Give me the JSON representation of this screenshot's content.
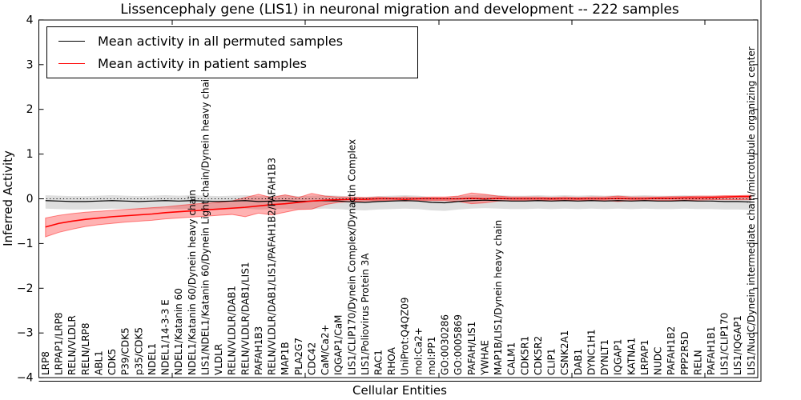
{
  "title": "Lissencephaly gene (LIS1) in neuronal migration and development -- 222 samples",
  "legend": {
    "entries": [
      {
        "label": "Mean activity in all permuted samples",
        "color": "#000000"
      },
      {
        "label": "Mean activity in patient samples",
        "color": "#ff0000"
      }
    ]
  },
  "chart_data": {
    "type": "line",
    "title": "Lissencephaly gene (LIS1) in neuronal migration and development -- 222 samples",
    "xlabel": "Cellular Entities",
    "ylabel": "Inferred Activity",
    "ylim": [
      -4,
      4
    ],
    "yticks": [
      -4,
      -3,
      -2,
      -1,
      0,
      1,
      2,
      3,
      4
    ],
    "yticklabels": [
      "−4",
      "−3",
      "−2",
      "−1",
      "0",
      "1",
      "2",
      "3",
      "4"
    ],
    "grid": false,
    "legend_position": "upper left",
    "reference_line": {
      "y": 0,
      "style": "dotted",
      "color": "#000000"
    },
    "categories": [
      "LRP8",
      "LRPAP1/LRP8",
      "RELN/VLDLR",
      "RELN/LRP8",
      "ABL1",
      "CDK5",
      "P39/CDK5",
      "p35/CDK5",
      "NDEL1",
      "NDEL1/14-3-3 E",
      "NDEL1/Katanin 60",
      "NDEL1/Katanin 60/Dynein heavy chain",
      "LIS1/NDEL1/Katanin 60/Dynein Light chain/Dynein heavy chain",
      "VLDLR",
      "RELN/VLDLR/DAB1",
      "RELN/VLDLR/DAB1/LIS1",
      "PAFAH1B3",
      "RELN/VLDLR/DAB1/LIS1/PAFAH1B2/PAFAH1B3",
      "MAP1B",
      "PLA2G7",
      "CDC42",
      "CaM/Ca2+",
      "IQGAP1/CaM",
      "LIS1/CLIP170/Dynein Complex/Dynactin Complex",
      "LIS1/Poliovirus Protein 3A",
      "RAC1",
      "RHOA",
      "UniProt:Q4QZ09",
      "mol:Ca2+",
      "mol:PP1",
      "GO:0030286",
      "GO:0005869",
      "PAFAH/LIS1",
      "YWHAE",
      "MAP1B/LIS1/Dynein heavy chain",
      "CALM1",
      "CDK5R1",
      "CDK5R2",
      "CLIP1",
      "CSNK2A1",
      "DAB1",
      "DYNC1H1",
      "DYNLT1",
      "IQGAP1",
      "KATNA1",
      "LRPAP1",
      "NUDC",
      "PAFAH1B2",
      "PPP2R5D",
      "RELN",
      "PAFAH1B1",
      "LIS1/CLIP170",
      "LIS1/IQGAP1",
      "LIS1/NudC/Dynein intermediate chain/microtubule organizing center"
    ],
    "series": [
      {
        "name": "Mean activity in all permuted samples",
        "color": "#000000",
        "band_color": "rgba(0,0,0,0.13)",
        "values": [
          -0.04,
          -0.05,
          -0.06,
          -0.06,
          -0.05,
          -0.04,
          -0.05,
          -0.06,
          -0.05,
          -0.04,
          -0.05,
          -0.04,
          -0.05,
          -0.06,
          -0.05,
          -0.04,
          -0.06,
          -0.05,
          -0.04,
          -0.06,
          -0.05,
          -0.04,
          -0.05,
          -0.07,
          -0.08,
          -0.06,
          -0.05,
          -0.04,
          -0.05,
          -0.08,
          -0.09,
          -0.06,
          -0.04,
          -0.03,
          -0.04,
          -0.05,
          -0.05,
          -0.04,
          -0.05,
          -0.04,
          -0.05,
          -0.04,
          -0.05,
          -0.04,
          -0.05,
          -0.04,
          -0.05,
          -0.05,
          -0.04,
          -0.05,
          -0.05,
          -0.06,
          -0.06,
          -0.07
        ],
        "band_upper": [
          0.08,
          0.07,
          0.06,
          0.06,
          0.07,
          0.08,
          0.07,
          0.06,
          0.07,
          0.08,
          0.07,
          0.08,
          0.07,
          0.06,
          0.07,
          0.08,
          0.06,
          0.07,
          0.08,
          0.06,
          0.07,
          0.08,
          0.07,
          0.05,
          0.04,
          0.06,
          0.07,
          0.08,
          0.07,
          0.04,
          0.03,
          0.06,
          0.08,
          0.09,
          0.08,
          0.07,
          0.07,
          0.08,
          0.07,
          0.08,
          0.07,
          0.08,
          0.07,
          0.08,
          0.07,
          0.08,
          0.07,
          0.07,
          0.08,
          0.07,
          0.07,
          0.06,
          0.06,
          0.05
        ],
        "band_lower": [
          -0.22,
          -0.23,
          -0.24,
          -0.24,
          -0.23,
          -0.22,
          -0.23,
          -0.24,
          -0.23,
          -0.22,
          -0.23,
          -0.22,
          -0.23,
          -0.24,
          -0.23,
          -0.22,
          -0.24,
          -0.23,
          -0.22,
          -0.24,
          -0.23,
          -0.22,
          -0.23,
          -0.25,
          -0.26,
          -0.24,
          -0.23,
          -0.22,
          -0.23,
          -0.26,
          -0.27,
          -0.24,
          -0.22,
          -0.21,
          -0.22,
          -0.23,
          -0.23,
          -0.22,
          -0.23,
          -0.22,
          -0.23,
          -0.22,
          -0.23,
          -0.22,
          -0.23,
          -0.22,
          -0.23,
          -0.23,
          -0.22,
          -0.23,
          -0.23,
          -0.24,
          -0.24,
          -0.25
        ]
      },
      {
        "name": "Mean activity in patient samples",
        "color": "#ff0000",
        "band_color": "rgba(255,0,0,0.30)",
        "values": [
          -0.63,
          -0.55,
          -0.5,
          -0.46,
          -0.43,
          -0.4,
          -0.38,
          -0.36,
          -0.34,
          -0.31,
          -0.29,
          -0.27,
          -0.25,
          -0.23,
          -0.21,
          -0.19,
          -0.16,
          -0.13,
          -0.11,
          -0.08,
          -0.05,
          -0.03,
          -0.02,
          -0.01,
          -0.01,
          0.0,
          0.0,
          -0.01,
          0.0,
          0.0,
          0.0,
          0.0,
          0.01,
          0.0,
          0.01,
          0.0,
          0.0,
          0.0,
          0.0,
          0.0,
          0.0,
          0.0,
          0.0,
          0.01,
          0.0,
          0.0,
          0.01,
          0.01,
          0.02,
          0.02,
          0.03,
          0.04,
          0.05,
          0.05
        ],
        "band_upper": [
          -0.43,
          -0.37,
          -0.33,
          -0.3,
          -0.28,
          -0.26,
          -0.24,
          -0.22,
          -0.2,
          -0.18,
          -0.15,
          -0.12,
          -0.1,
          -0.08,
          -0.05,
          0.03,
          0.1,
          0.03,
          0.09,
          0.03,
          0.12,
          0.06,
          0.04,
          0.04,
          0.03,
          0.04,
          0.03,
          0.04,
          0.03,
          0.04,
          0.04,
          0.06,
          0.13,
          0.1,
          0.06,
          0.04,
          0.04,
          0.04,
          0.03,
          0.04,
          0.03,
          0.04,
          0.04,
          0.06,
          0.04,
          0.04,
          0.04,
          0.05,
          0.05,
          0.06,
          0.06,
          0.07,
          0.07,
          0.08
        ],
        "band_lower": [
          -0.85,
          -0.75,
          -0.68,
          -0.62,
          -0.58,
          -0.55,
          -0.52,
          -0.5,
          -0.48,
          -0.45,
          -0.43,
          -0.41,
          -0.39,
          -0.37,
          -0.35,
          -0.4,
          -0.32,
          -0.36,
          -0.3,
          -0.24,
          -0.23,
          -0.13,
          -0.08,
          -0.06,
          -0.05,
          -0.04,
          -0.04,
          -0.05,
          -0.04,
          -0.04,
          -0.04,
          -0.06,
          -0.11,
          -0.09,
          -0.05,
          -0.04,
          -0.04,
          -0.04,
          -0.03,
          -0.04,
          -0.03,
          -0.04,
          -0.04,
          -0.06,
          -0.04,
          -0.04,
          -0.04,
          -0.04,
          -0.03,
          -0.03,
          -0.02,
          -0.02,
          -0.02,
          -0.02
        ]
      }
    ]
  }
}
